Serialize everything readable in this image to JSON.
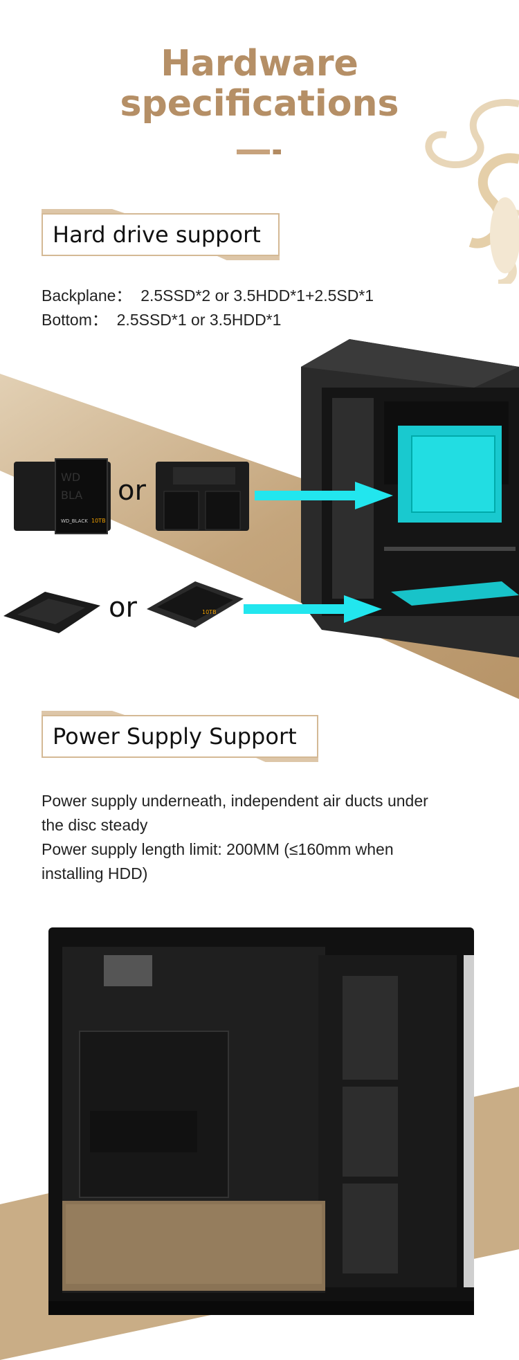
{
  "header": {
    "title_line1": "Hardware",
    "title_line2": "specifications"
  },
  "hard_drive": {
    "heading": "Hard drive support",
    "backplane": "Backplane：  2.5SSD*2 or 3.5HDD*1+2.5SD*1",
    "bottom": "Bottom：  2.5SSD*1 or 3.5HDD*1",
    "or1": "or",
    "or2": "or",
    "hdd_label": "WD_BLACK",
    "hdd_size": "10TB"
  },
  "power_supply": {
    "heading": "Power Supply Support",
    "line1": "Power supply underneath, independent air ducts under",
    "line2": "the disc steady",
    "line3": "Power supply length limit: 200MM (≤160mm when",
    "line4": "installing HDD)"
  },
  "colors": {
    "gold": "#b58f66",
    "beige_band": "#c9ad86",
    "arrow": "#22e6ee",
    "case": "#1a1a1a"
  }
}
